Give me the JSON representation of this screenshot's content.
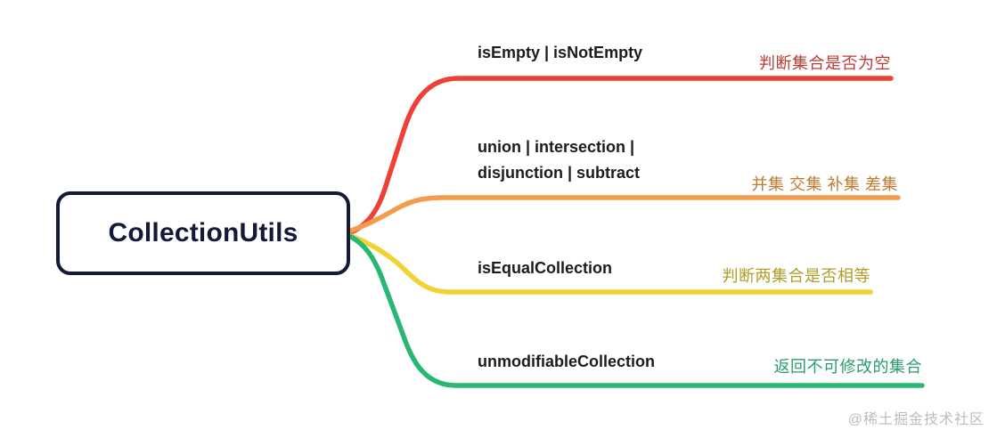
{
  "canvas": {
    "background": "#ffffff"
  },
  "root": {
    "label": "CollectionUtils",
    "color": "#141938",
    "background": "#ffffff"
  },
  "branches": [
    {
      "label": "isEmpty | isNotEmpty",
      "note": "判断集合是否为空",
      "line_color": "#ee4036",
      "note_color": "#bd3a31"
    },
    {
      "label": "union | intersection |\ndisjunction | subtract",
      "note": "并集 交集 补集 差集",
      "line_color": "#f59b4d",
      "note_color": "#bd7c31"
    },
    {
      "label": "isEqualCollection",
      "note": "判断两集合是否相等",
      "line_color": "#f1d233",
      "note_color": "#af9d26"
    },
    {
      "label": "unmodifiableCollection",
      "note": "返回不可修改的集合",
      "line_color": "#29b874",
      "note_color": "#2a9c6e"
    }
  ],
  "watermark": {
    "text": "@稀土掘金技术社区",
    "color": "#bcbcbc"
  }
}
